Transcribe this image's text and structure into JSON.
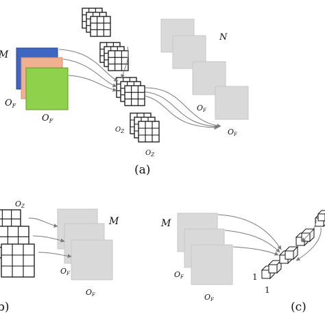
{
  "panel_a": {
    "caption": "(a)",
    "label_m": "M",
    "label_n": "N",
    "label_of_left": "O",
    "label_of_left_sub": "F",
    "label_of_bottom": "O",
    "label_of_bottom_sub": "F",
    "label_oz_1": "O",
    "label_oz_1_sub": "Z",
    "label_oz_2": "O",
    "label_oz_2_sub": "Z",
    "label_of_mid": "O",
    "label_of_mid_sub": "F",
    "label_of_right": "O",
    "label_of_right_sub": "F",
    "colors": {
      "blue": "#3e67c3",
      "peach": "#f1b08f",
      "green": "#8ed14a",
      "gray": "#d9d9d9"
    }
  },
  "panel_b": {
    "caption": "b)",
    "label_oz": "O",
    "label_oz_sub": "Z",
    "label_m": "M",
    "label_of_1": "O",
    "label_of_1_sub": "F",
    "label_of_2": "O",
    "label_of_2_sub": "F"
  },
  "panel_c": {
    "caption": "(c)",
    "label_m": "M",
    "label_of_1": "O",
    "label_of_1_sub": "F",
    "label_of_2": "O",
    "label_of_2_sub": "F",
    "label_one_a": "1",
    "label_one_b": "1"
  }
}
